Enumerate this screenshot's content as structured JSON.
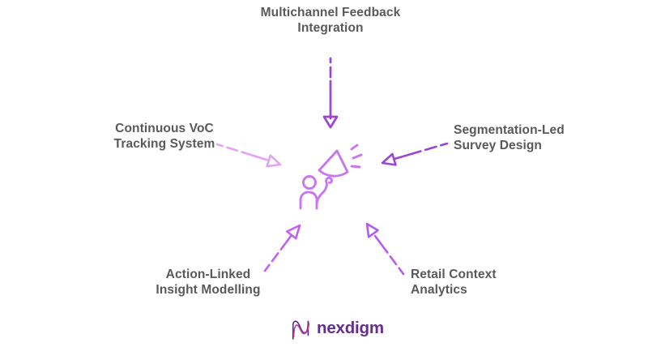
{
  "diagram": {
    "center_icon": "megaphone-person-icon",
    "nodes": [
      {
        "position": "top",
        "label": "Multichannel Feedback\nIntegration"
      },
      {
        "position": "left",
        "label": "Continuous VoC\nTracking System"
      },
      {
        "position": "right",
        "label": "Segmentation-Led\nSurvey Design"
      },
      {
        "position": "bottom-left",
        "label": "Action-Linked\nInsight Modelling"
      },
      {
        "position": "bottom-right",
        "label": "Retail Context\nAnalytics"
      }
    ]
  },
  "brand": {
    "name": "nexdigm"
  },
  "colors": {
    "background": "#ffffff",
    "label_text": "#58595b",
    "arrow_top": "#9c45d1",
    "arrow_left": "#e2a4f3",
    "arrow_right": "#9c45d1",
    "arrow_bottom_left": "#c55ff0",
    "arrow_bottom_right": "#b45ced",
    "center_icon": "#c877ee",
    "brand_text": "#662d91",
    "brand_mark_dark": "#4f2b87",
    "brand_mark_magenta": "#c0399f"
  }
}
